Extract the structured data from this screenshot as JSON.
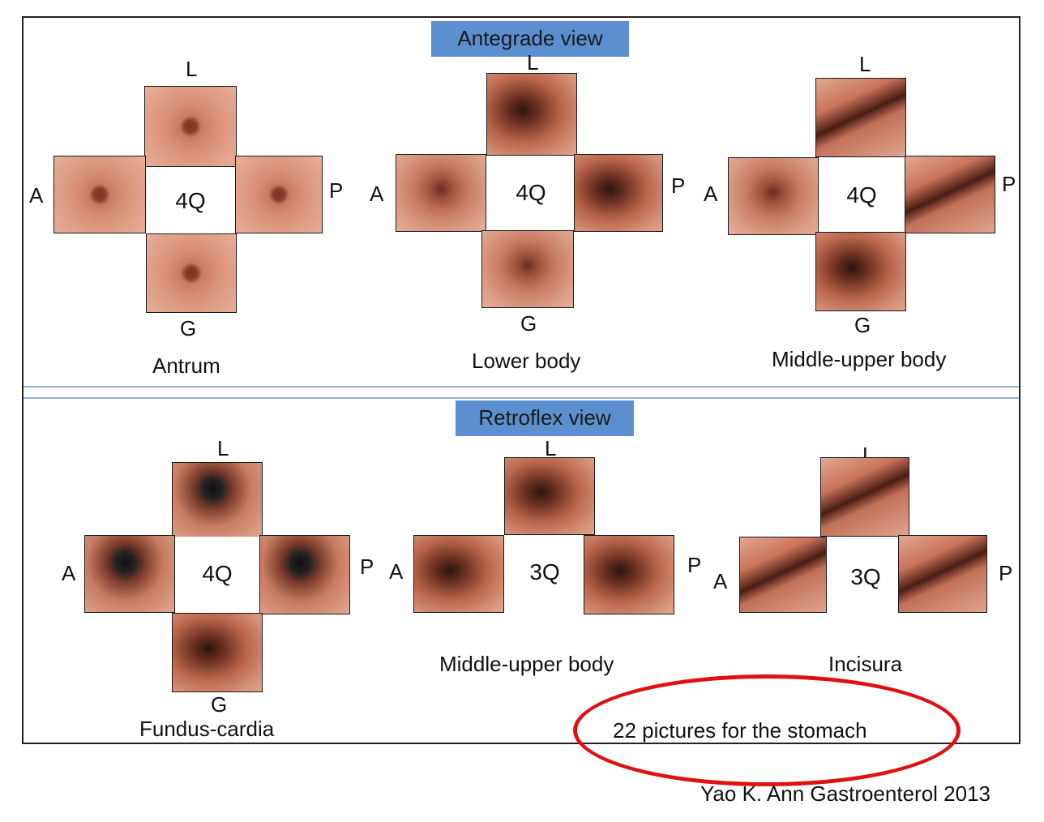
{
  "antegrade": {
    "label": "Antegrade view",
    "panels": [
      {
        "name": "Antrum",
        "count": "4Q",
        "l": "L",
        "g": "G",
        "a": "A",
        "p": "P"
      },
      {
        "name": "Lower body",
        "count": "4Q",
        "l": "L",
        "g": "G",
        "a": "A",
        "p": "P"
      },
      {
        "name": "Middle-upper body",
        "count": "4Q",
        "l": "L",
        "g": "G",
        "a": "A",
        "p": "P"
      }
    ]
  },
  "retroflex": {
    "label": "Retroflex view",
    "panels": [
      {
        "name": "Fundus-cardia",
        "count": "4Q",
        "l": "L",
        "g": "G",
        "a": "A",
        "p": "P"
      },
      {
        "name": "Middle-upper body",
        "count": "3Q",
        "l": "L",
        "a": "A",
        "p": "P"
      },
      {
        "name": "Incisura",
        "count": "3Q",
        "l": "L",
        "a": "A",
        "p": "P"
      }
    ]
  },
  "highlight": "22 pictures for the stomach",
  "citation": "Yao K. Ann Gastroenterol 2013",
  "colors": {
    "view_label_bg": "#5b8fd0",
    "highlight_oval": "#e01010",
    "divider": "#9ab0d0"
  }
}
